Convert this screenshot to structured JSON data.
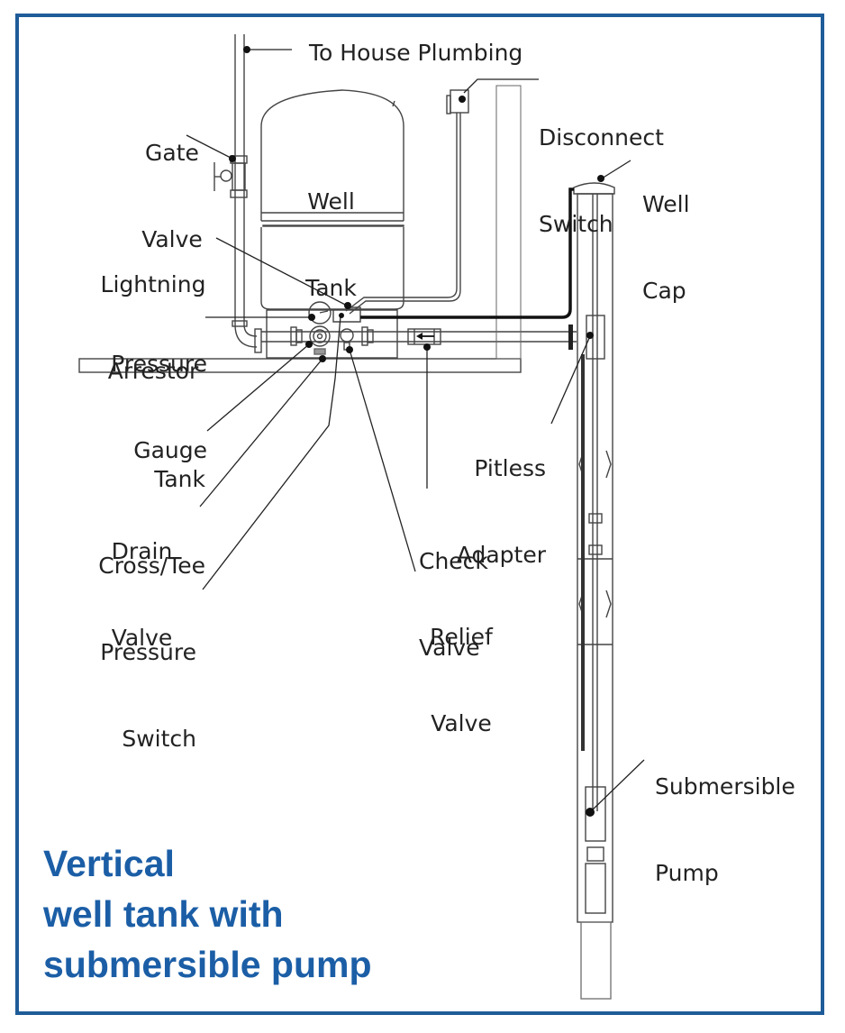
{
  "title": {
    "line1": "Vertical",
    "line2": "well tank with",
    "line3": "submersible pump",
    "color": "#1b5ea6"
  },
  "frame_color": "#1f5c99",
  "labels": {
    "to_house_plumbing": "To House Plumbing",
    "gate_valve": {
      "l1": "Gate",
      "l2": "Valve"
    },
    "well_tank": {
      "l1": "Well",
      "l2": "Tank"
    },
    "disconnect_switch": {
      "l1": "Disconnect",
      "l2": "Switch"
    },
    "well_cap": {
      "l1": "Well",
      "l2": "Cap"
    },
    "lightning_arrestor": {
      "l1": "Lightning",
      "l2": "Arrestor"
    },
    "pressure_gauge": {
      "l1": "Pressure",
      "l2": "Gauge"
    },
    "tank_cross_tee": {
      "l1": "Tank",
      "l2": "Cross/Tee"
    },
    "drain_valve": {
      "l1": "Drain",
      "l2": "Valve"
    },
    "pressure_switch": {
      "l1": "Pressure",
      "l2": "Switch"
    },
    "pitless_adapter": {
      "l1": "Pitless",
      "l2": "Adapter"
    },
    "check_valve": {
      "l1": "Check",
      "l2": "Valve"
    },
    "relief_valve": {
      "l1": "Relief",
      "l2": "Valve"
    },
    "submersible_pump": {
      "l1": "Submersible",
      "l2": "Pump"
    }
  }
}
